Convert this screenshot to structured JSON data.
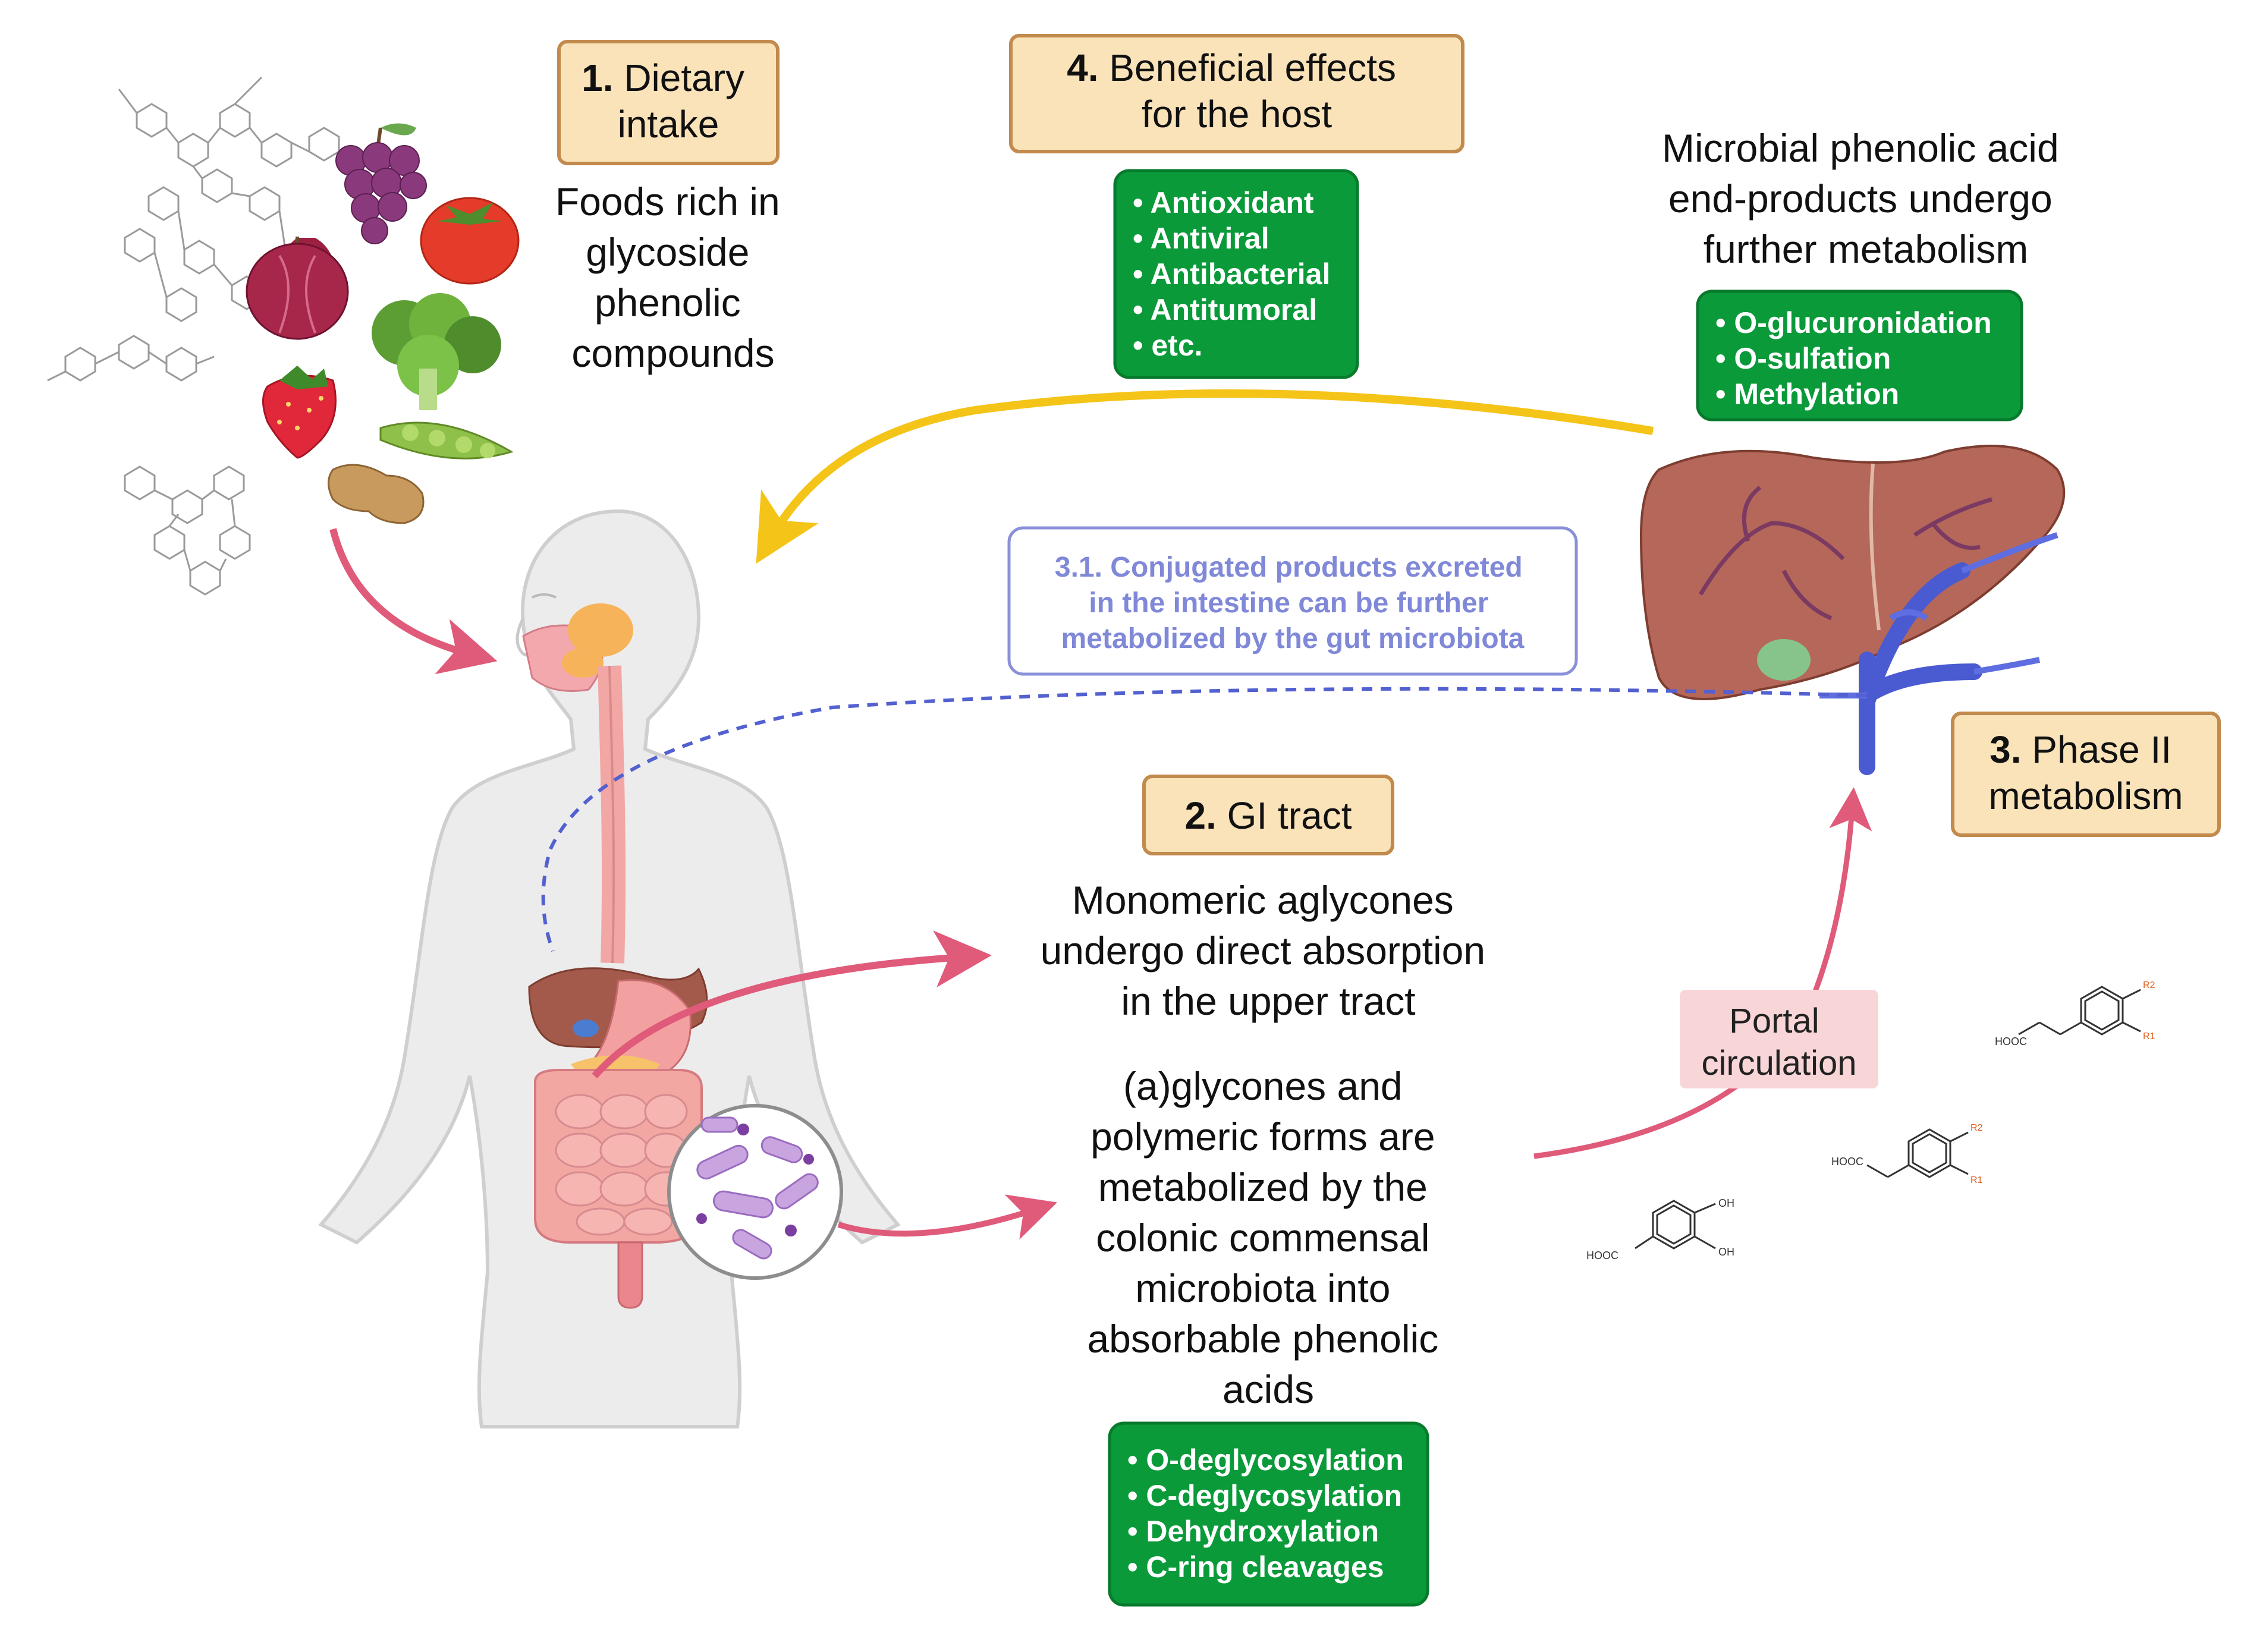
{
  "steps": {
    "step1": {
      "number": "1.",
      "title_lines": [
        "Dietary",
        "intake"
      ]
    },
    "step4": {
      "number": "4.",
      "title_lines": [
        "Beneficial effects",
        "for the host"
      ]
    },
    "step2": {
      "number": "2.",
      "title_lines": [
        "GI tract"
      ]
    },
    "step3": {
      "number": "3.",
      "title_lines": [
        "Phase II",
        "metabolism"
      ]
    }
  },
  "texts": {
    "foods": [
      "Foods rich in",
      "glycoside",
      "phenolic",
      "compounds"
    ],
    "microbial": [
      "Microbial phenolic acid",
      "end-products undergo",
      "further metabolism"
    ],
    "monomeric": [
      "Monomeric aglycones",
      "undergo direct absorption",
      "in the upper tract"
    ],
    "aglycones": [
      "(a)glycones and",
      "polymeric forms are",
      "metabolized by the",
      "colonic commensal",
      "microbiota into",
      "absorbable phenolic",
      "acids"
    ],
    "conjugated": [
      "3.1. Conjugated products excreted",
      "in the intestine can be further",
      "metabolized by the gut microbiota"
    ],
    "portal": [
      "Portal",
      "circulation"
    ]
  },
  "lists": {
    "beneficial": [
      "• Antioxidant",
      "• Antiviral",
      "• Antibacterial",
      "• Antitumoral",
      "• etc."
    ],
    "phase2": [
      "• O-glucuronidation",
      "• O-sulfation",
      "• Methylation"
    ],
    "gi": [
      "• O-deglycosylation",
      "• C-deglycosylation",
      "• Dehydroxylation",
      "• C-ring cleavages"
    ]
  },
  "chem_labels": {
    "hooc": "HOOC",
    "oh": "OH",
    "r1": "R1",
    "r2": "R2"
  },
  "colors": {
    "step_box_fill": "#fae3b9",
    "step_box_stroke": "#c28a4c",
    "list_box_fill": "#0a9a3a",
    "list_box_stroke": "#077a2c",
    "conj_text": "#8088d8",
    "arrow_pink": "#e05a7a",
    "arrow_yellow": "#f4c418",
    "dashed_blue": "#5260d0",
    "portal_fill": "#f8d6d8"
  },
  "icons": [
    "human-body-icon",
    "liver-icon",
    "bacteria-icon",
    "grapes-icon",
    "tomato-icon",
    "onion-icon",
    "lettuce-icon",
    "strawberry-icon",
    "pea-pod-icon",
    "peanut-icon",
    "molecule-icon"
  ]
}
